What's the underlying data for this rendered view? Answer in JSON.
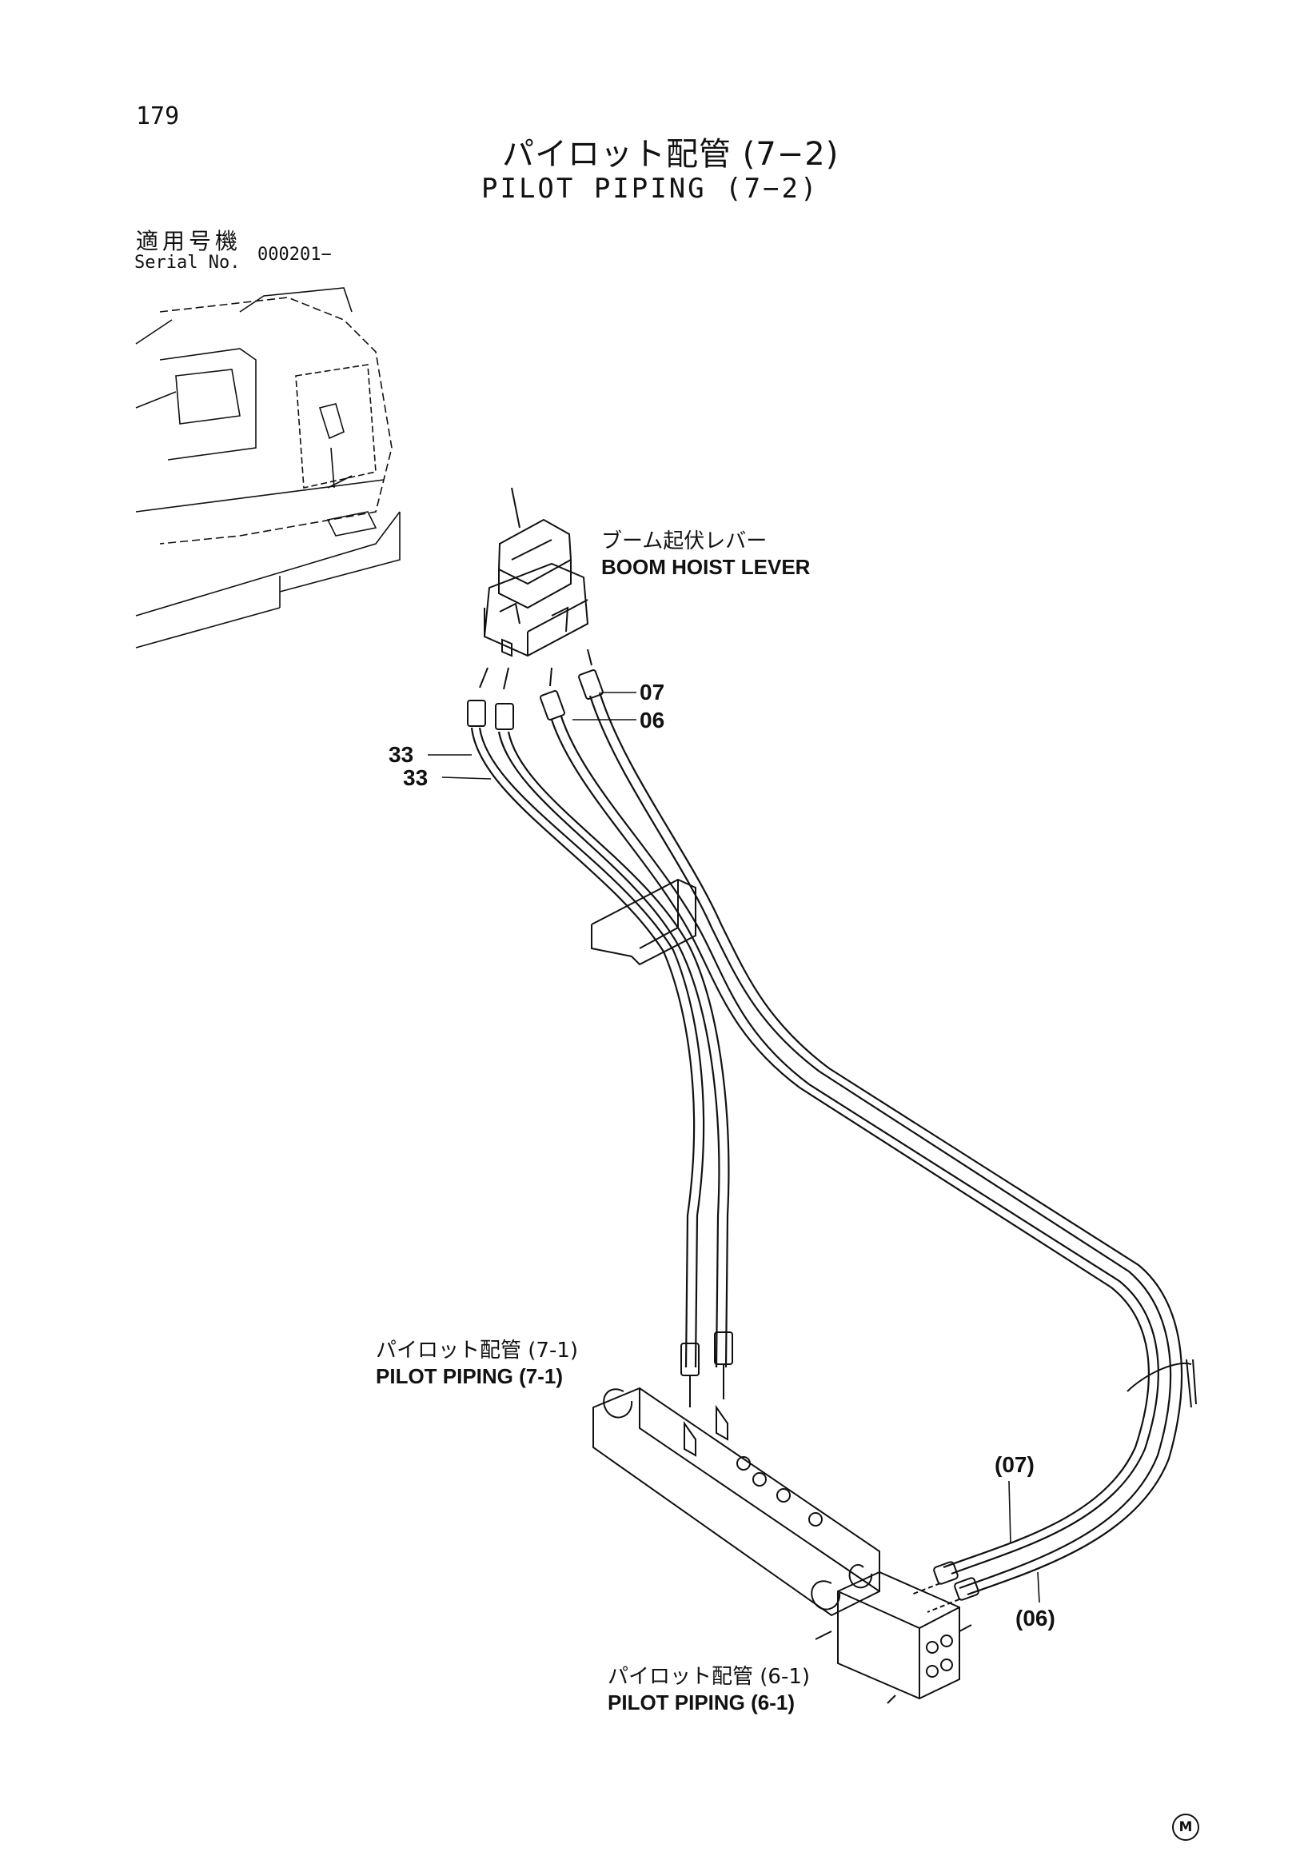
{
  "page": {
    "number": "179"
  },
  "title": {
    "japanese": "パイロット配管 (7−2)",
    "english": "PILOT PIPING (7−2)"
  },
  "serial": {
    "label_jp": "適用号機",
    "label_en": "Serial No.",
    "value": "000201−"
  },
  "callouts": {
    "boom_hoist_lever": {
      "jp": "ブーム起伏レバー",
      "en": "BOOM HOIST LEVER"
    },
    "pilot_piping_7_1": {
      "jp": "パイロット配管 (7-1)",
      "en": "PILOT PIPING (7-1)"
    },
    "pilot_piping_6_1": {
      "jp": "パイロット配管 (6-1)",
      "en": "PILOT PIPING (6-1)"
    }
  },
  "part_labels": {
    "hose_07": "07",
    "hose_06": "06",
    "hose_33_a": "33",
    "hose_33_b": "33",
    "hose_07_ref": "(07)",
    "hose_06_ref": "(06)"
  },
  "maker_mark": "M",
  "colors": {
    "ink": "#111111",
    "paper": "#ffffff"
  }
}
